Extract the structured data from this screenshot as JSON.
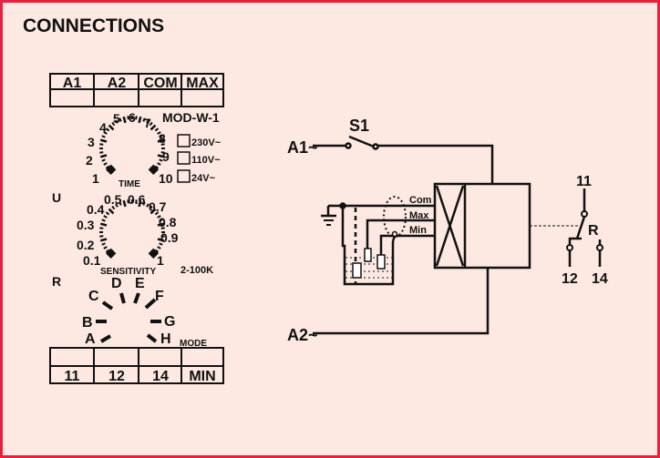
{
  "title": "CONNECTIONS",
  "top_terminals": [
    "A1",
    "A2",
    "COM",
    "MAX"
  ],
  "bottom_terminals": [
    "11",
    "12",
    "14",
    "MIN"
  ],
  "model": "MOD-W-1",
  "voltages": [
    "230V~",
    "110V~",
    "24V~"
  ],
  "time_dial": {
    "label": "TIME",
    "scale": [
      "1",
      "2",
      "3",
      "4",
      "5",
      "6",
      "7",
      "8",
      "9",
      "10"
    ]
  },
  "sensitivity_dial": {
    "label": "SENSITIVITY",
    "range": "2-100K",
    "scale": [
      "0.1",
      "0.2",
      "0.3",
      "0.4",
      "0.5",
      "0.6",
      "0.7",
      "0.8",
      "0.9",
      "1"
    ]
  },
  "side_labels": {
    "u": "U",
    "r": "R"
  },
  "mode_selector": {
    "label": "MODE",
    "positions": [
      "A",
      "B",
      "C",
      "D",
      "E",
      "F",
      "G",
      "H"
    ]
  },
  "schematic": {
    "supply1": "A1~",
    "supply2": "A2~",
    "switch": "S1",
    "probes": [
      "Com",
      "Max",
      "Min"
    ],
    "relay": "R",
    "contacts": [
      "11",
      "12",
      "14"
    ]
  }
}
